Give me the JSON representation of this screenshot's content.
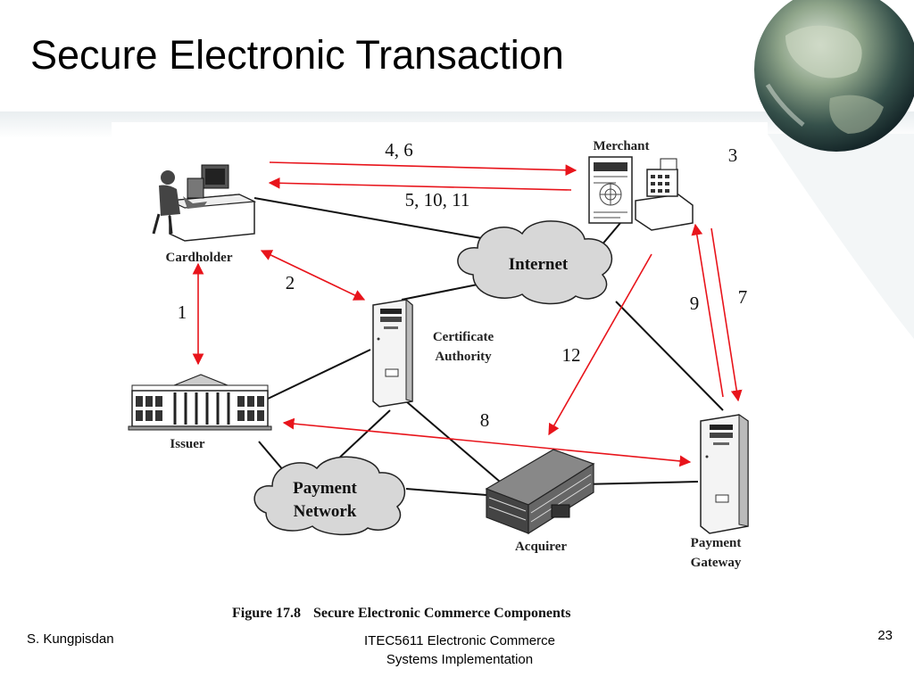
{
  "slide": {
    "title": "Secure Electronic Transaction",
    "footer_author": "S. Kungpisdan",
    "footer_course_line1": "ITEC5611 Electronic Commerce",
    "footer_course_line2": "Systems Implementation",
    "page_number": "23"
  },
  "figure": {
    "caption_number": "Figure 17.8",
    "caption_text": "Secure Electronic Commerce Components"
  },
  "nodes": {
    "cardholder": "Cardholder",
    "merchant": "Merchant",
    "internet": "Internet",
    "ca_line1": "Certificate",
    "ca_line2": "Authority",
    "issuer": "Issuer",
    "payment_network_line1": "Payment",
    "payment_network_line2": "Network",
    "acquirer": "Acquirer",
    "gateway_line1": "Payment",
    "gateway_line2": "Gateway"
  },
  "steps": {
    "s46": "4, 6",
    "s51011": "5, 10, 11",
    "s3": "3",
    "s2": "2",
    "s1": "1",
    "s9": "9",
    "s7": "7",
    "s12": "12",
    "s8": "8"
  },
  "colors": {
    "arrow": "#e8141b",
    "line": "#111111"
  }
}
